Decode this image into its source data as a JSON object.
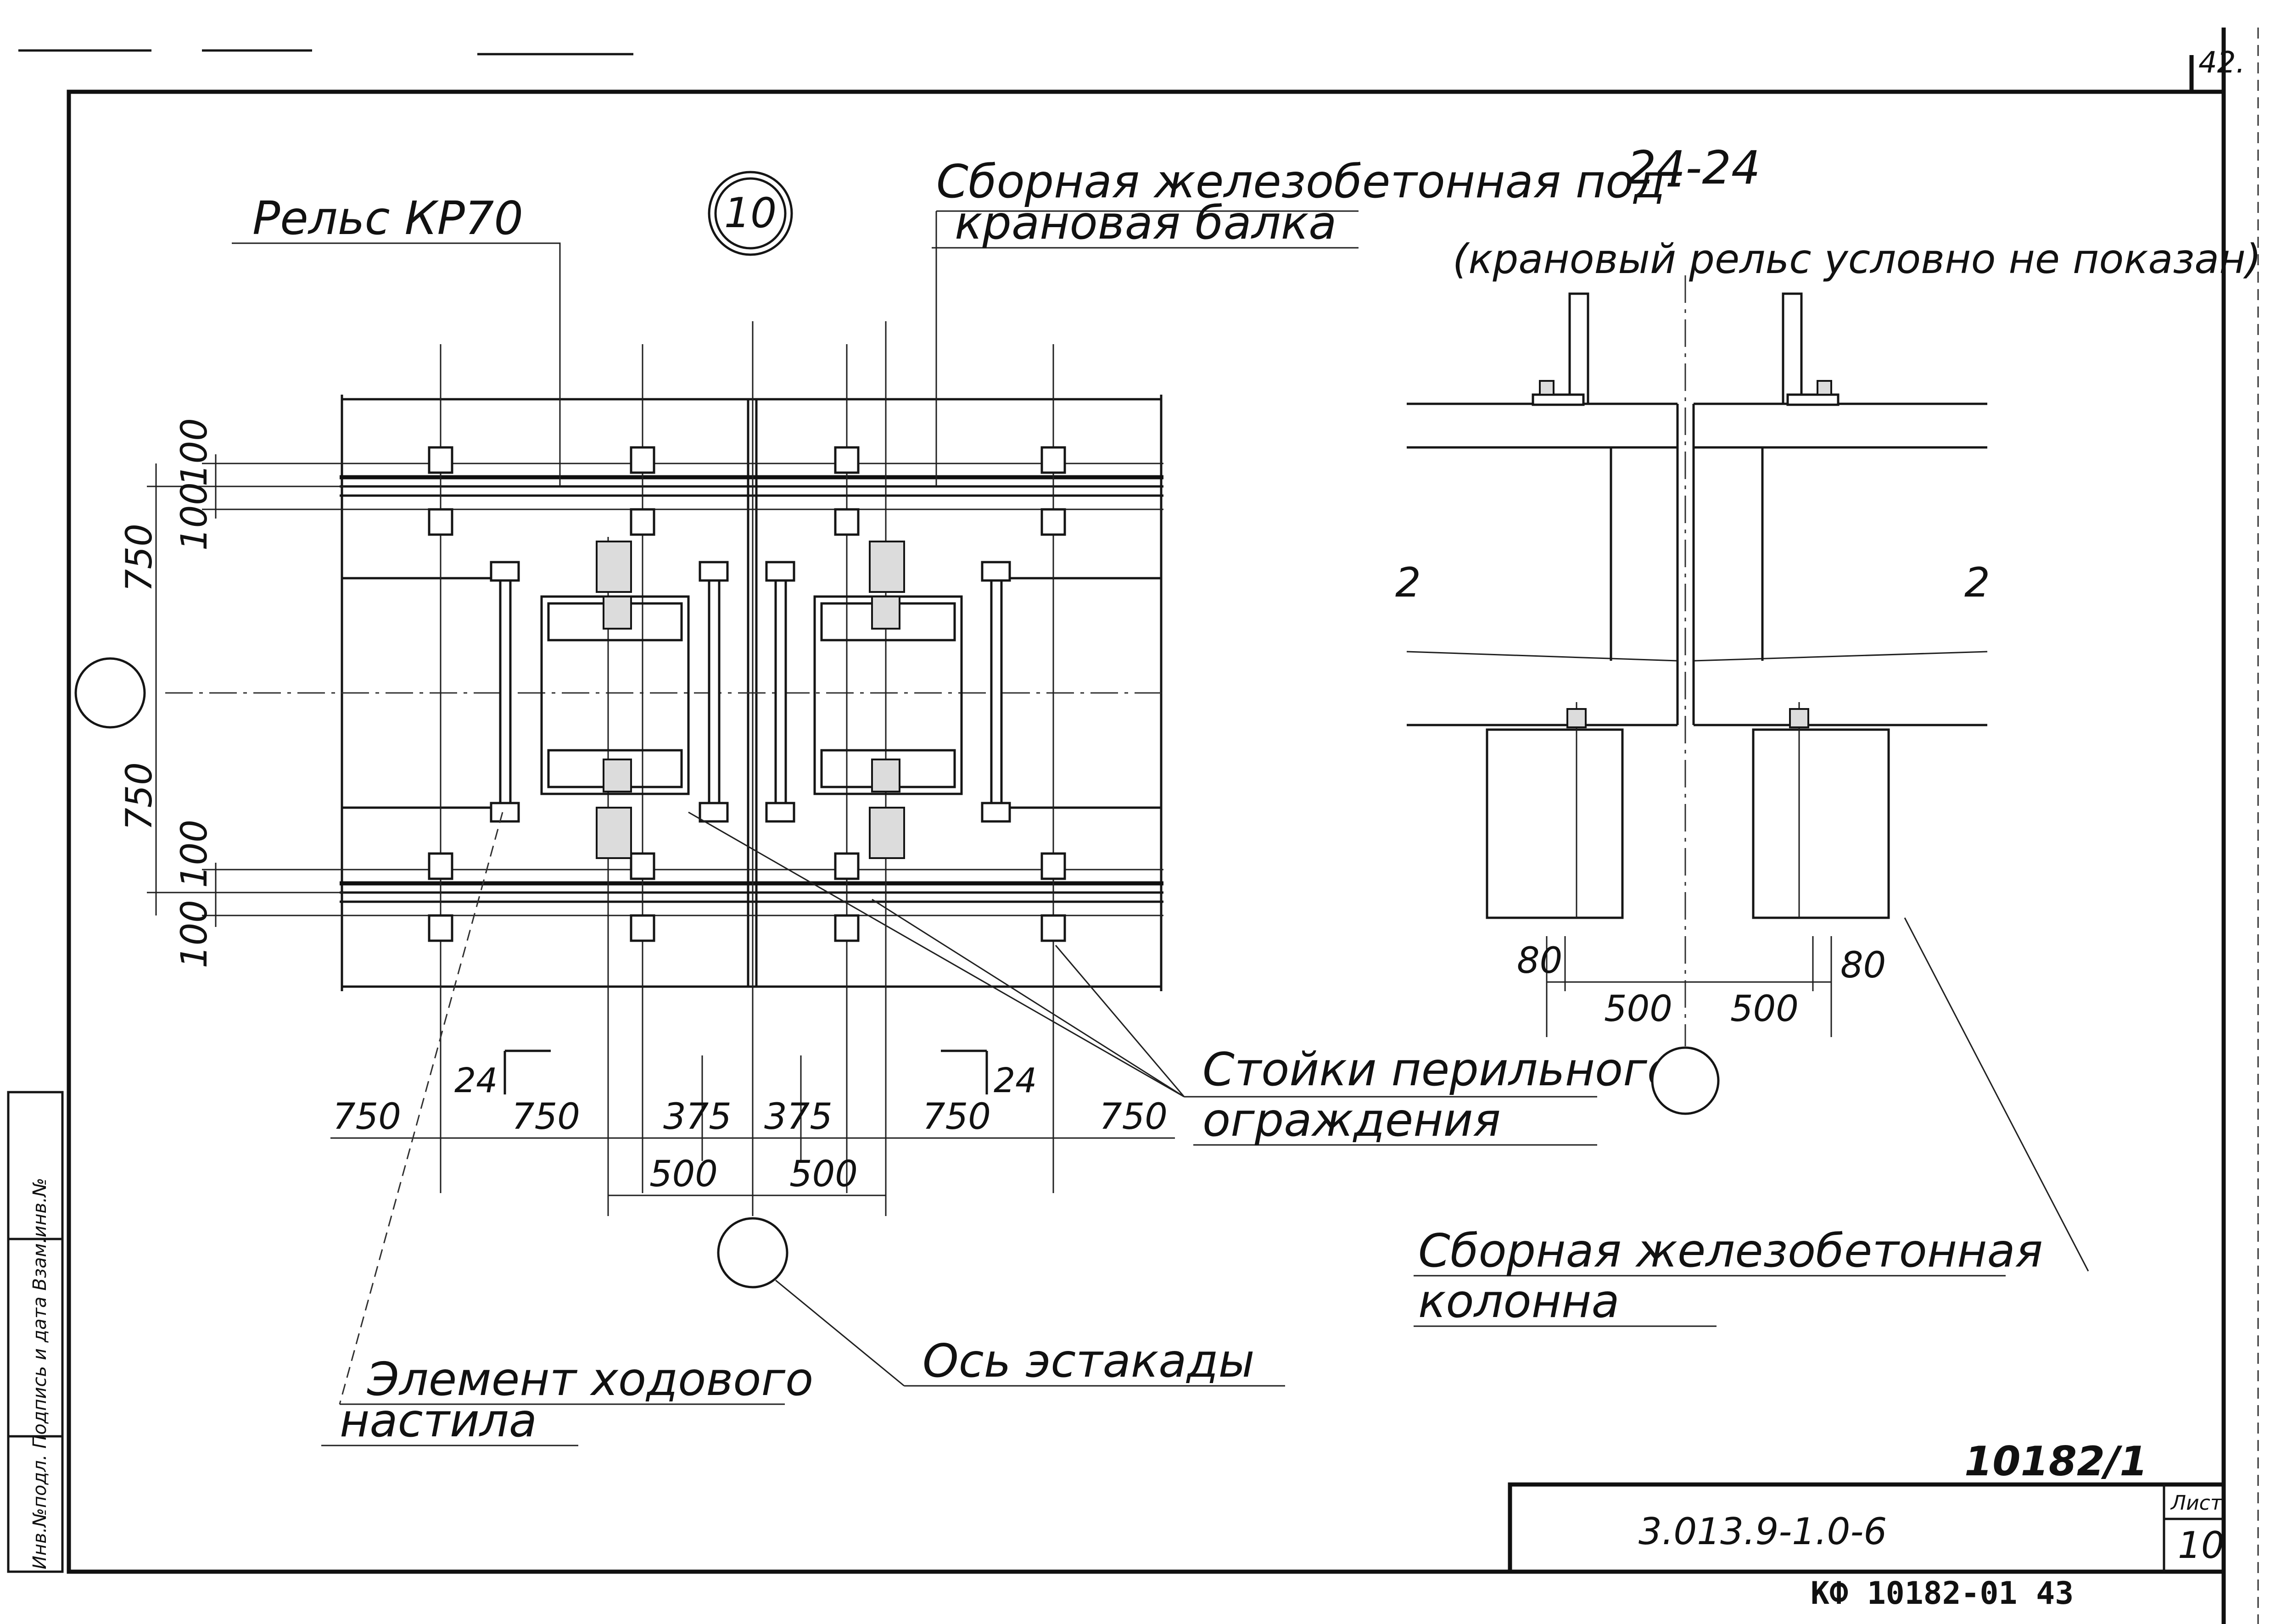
{
  "sheet_corner_number": "42.",
  "detail_marker": "10",
  "section_mark": "24-24",
  "section_note": "(крановый рельс условно не показан)",
  "section_cut_label": "24",
  "labels": {
    "rail": "Рельс КР70",
    "beam_line1": "Сборная железобетонная под-",
    "beam_line2": "крановая балка",
    "posts_line1": "Стойки перильного",
    "posts_line2": "ограждения",
    "walkway_line1": "Элемент ходового",
    "walkway_line2": "настила",
    "axis": "Ось эстакады",
    "column_line1": "Сборная железобетонная",
    "column_line2": "колонна",
    "detail_tag": "2"
  },
  "dimensions": {
    "vertical": [
      "100",
      "100",
      "750",
      "750",
      "100",
      "100"
    ],
    "bottom_row": [
      "750",
      "750",
      "375",
      "375",
      "750",
      "750"
    ],
    "bottom_row2": [
      "500",
      "500"
    ],
    "section": [
      "80",
      "500",
      "500",
      "80"
    ]
  },
  "side_stamp": "Инв.№подл. Подпись и дата Взам.инв.№",
  "title_block": {
    "drawing_code": "3.013.9-1.0-6",
    "sheet_label": "Лист",
    "sheet_number": "10",
    "project_number": "10182/1",
    "footer_code": "КФ 10182-01 43"
  }
}
